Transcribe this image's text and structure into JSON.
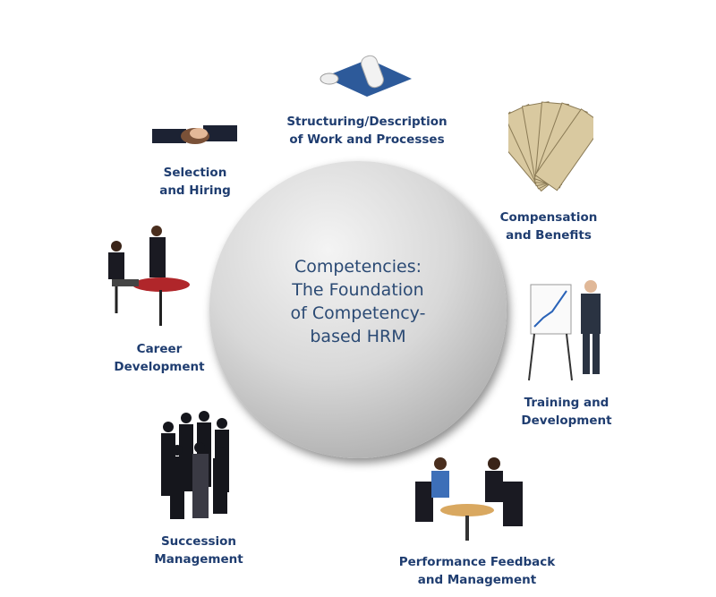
{
  "center": {
    "lines": [
      "Competencies:",
      "The Foundation",
      "of Competency-",
      "based HRM"
    ]
  },
  "items": [
    {
      "id": "structuring",
      "lines": [
        "Structuring/Description",
        "of Work and Processes"
      ],
      "icon": "blueprint-icon"
    },
    {
      "id": "selection",
      "lines": [
        "Selection",
        "and Hiring"
      ],
      "icon": "handshake-icon"
    },
    {
      "id": "compensation",
      "lines": [
        "Compensation",
        "and Benefits"
      ],
      "icon": "money-icon"
    },
    {
      "id": "career",
      "lines": [
        "Career",
        "Development"
      ],
      "icon": "meeting-table-icon"
    },
    {
      "id": "training",
      "lines": [
        "Training and",
        "Development"
      ],
      "icon": "presenter-flipchart-icon"
    },
    {
      "id": "succession",
      "lines": [
        "Succession",
        "Management"
      ],
      "icon": "group-of-people-icon"
    },
    {
      "id": "performance",
      "lines": [
        "Performance Feedback",
        "and Management"
      ],
      "icon": "feedback-meeting-icon"
    }
  ],
  "colors": {
    "label": "#1f3d70",
    "center_text": "#2b4a74"
  }
}
